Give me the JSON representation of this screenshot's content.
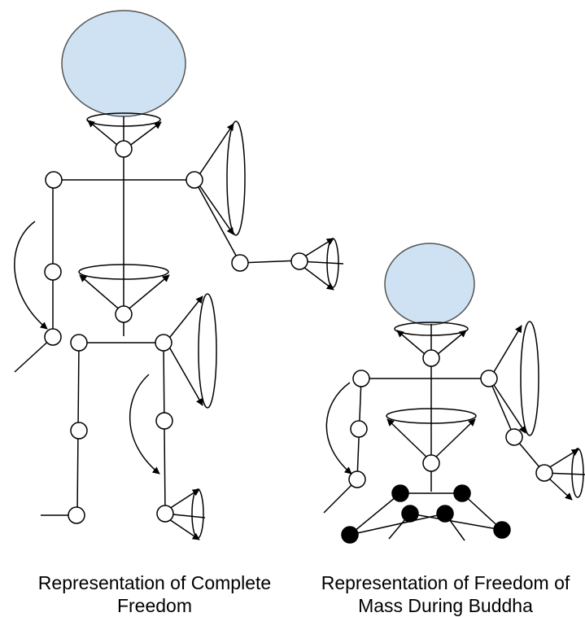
{
  "captions": {
    "left_line1": "Representation of Complete",
    "left_line2": "Freedom",
    "right_line1": "Representation of Freedom of",
    "right_line2": "Mass During Buddha"
  },
  "colors": {
    "head_fill": "#cfe2f3",
    "stroke": "#000000",
    "joint_fill": "#ffffff",
    "locked_joint_fill": "#000000"
  },
  "figures": [
    {
      "name": "complete-freedom-figure",
      "joints": "open"
    },
    {
      "name": "buddha-figure",
      "leg_joints": "filled"
    }
  ]
}
